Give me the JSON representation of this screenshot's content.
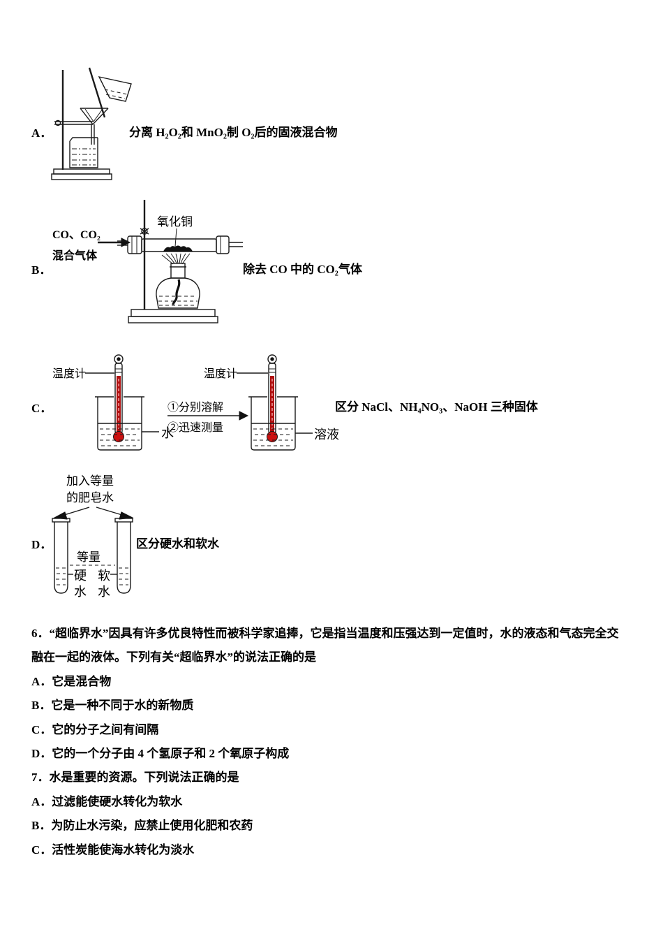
{
  "colors": {
    "paper": "#ffffff",
    "ink": "#000000",
    "thermometer_red": "#b01010",
    "thermometer_bulb": "#cc1111"
  },
  "apparatus": {
    "a": {
      "label": "A．",
      "description": "分离 H₂O₂和 MnO₂制 O₂后的固液混合物"
    },
    "b": {
      "label": "B．",
      "gas_label_line1": "CO、CO₂",
      "gas_label_line2": "混合气体",
      "tube_label": "氧化铜",
      "description": "除去 CO 中的 CO₂气体"
    },
    "c": {
      "label": "C．",
      "thermometer_label": "温度计",
      "water_label": "水",
      "solution_label": "溶液",
      "step1": "①分别溶解",
      "step2": "②迅速测量",
      "description": "区分 NaCl、NH₄NO₃、NaOH 三种固体"
    },
    "d": {
      "label": "D．",
      "soap_line1": "加入等量",
      "soap_line2": "的肥皂水",
      "equal_label": "等量",
      "hard_top": "硬",
      "hard_bottom": "水",
      "soft_top": "软",
      "soft_bottom": "水",
      "description": "区分硬水和软水"
    }
  },
  "questions": {
    "q6": {
      "stem_line1": "6．“超临界水”因具有许多优良特性而被科学家追捧，它是指当温度和压强达到一定值时，水的液态和气态完全交",
      "stem_line2": "融在一起的液体。下列有关“超临界水”的说法正确的是",
      "option_a": "A．它是混合物",
      "option_b": "B．它是一种不同于水的新物质",
      "option_c": "C．它的分子之间有间隔",
      "option_d": "D．它的一个分子由 4 个氢原子和 2 个氧原子构成"
    },
    "q7": {
      "stem": "7．水是重要的资源。下列说法正确的是",
      "option_a": "A．过滤能使硬水转化为软水",
      "option_b": "B．为防止水污染，应禁止使用化肥和农药",
      "option_c": "C．活性炭能使海水转化为淡水"
    }
  }
}
